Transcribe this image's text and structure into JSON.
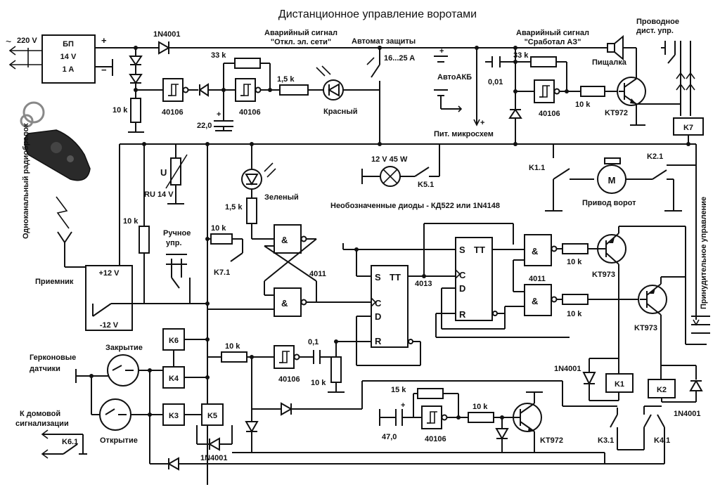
{
  "title": "Дистанционное управление воротами",
  "power": {
    "mains": "220 V",
    "psu_name": "БП",
    "psu_voltage": "14 V",
    "psu_current": "1 A",
    "plus": "+",
    "minus": "−"
  },
  "top": {
    "diode_main": "1N4001",
    "alarm_power": "Аварийный сигнал",
    "alarm_power_sub": "\"Откл. эл. сети\"",
    "breaker": "Автомат защиты",
    "breaker_rating": "16...25 A",
    "battery": "АвтоАКБ",
    "alarm_breaker": "Аварийный сигнал",
    "alarm_breaker_sub": "\"Сработал АЗ\"",
    "buzzer": "Пищалка",
    "wired_remote_1": "Проводное",
    "wired_remote_2": "дист. упр.",
    "chip_power": "Пит. микросхем"
  },
  "values": {
    "r33k_a": "33 k",
    "r1k5_a": "1,5 k",
    "r10k_a": "10 k",
    "c22": "22,0",
    "r33k_b": "33 k",
    "c001": "0,01",
    "r10k_b": "10 k",
    "r10k_c": "10 k",
    "r1k5_b": "1,5 k",
    "r10k_d": "10 k",
    "r10k_e": "10 k",
    "r10k_f": "10 k",
    "r10k_g": "10 k",
    "c01": "0,1",
    "r10k_h": "10 k",
    "r15k": "15 k",
    "r10k_i": "10 k",
    "c47": "47,0",
    "ru": "RU 14 V",
    "u": "U"
  },
  "parts": {
    "ic40106": "40106",
    "ic4011": "4011",
    "ic4013": "4013",
    "kt972": "KT972",
    "kt973": "KT973",
    "led_red": "Красный",
    "led_green": "Зеленый",
    "lamp": "12 V 45 W",
    "k51": "K5.1",
    "k11": "K1.1",
    "k21": "K2.1",
    "k7": "K7",
    "motor": "M",
    "drive": "Привод ворот",
    "diode_note": "Необозначенные диоды - КД522 или 1N4148",
    "manual_1": "Ручное",
    "manual_2": "упр.",
    "k71": "K7.1",
    "receiver": "Приемник",
    "rx_plus": "+12 V",
    "rx_minus": "-12 V",
    "keyfob": "Одноканальный радиобрелок",
    "forced": "Принудительное управление",
    "tt": "TT",
    "pin_s": "S",
    "pin_c": "C",
    "pin_d": "D",
    "pin_r": "R",
    "amp": "&",
    "k1": "K1",
    "k2": "K2",
    "k3": "K3",
    "k4": "K4",
    "k5": "K5",
    "k6": "K6",
    "k31": "K3.1",
    "k41": "K4.1",
    "k61": "K6.1",
    "diode_1n4001": "1N4001",
    "reed_1": "Герконовые",
    "reed_2": "датчики",
    "close": "Закрытие",
    "open": "Открытие",
    "alarm_out_1": "К домовой",
    "alarm_out_2": "сигнализации"
  }
}
